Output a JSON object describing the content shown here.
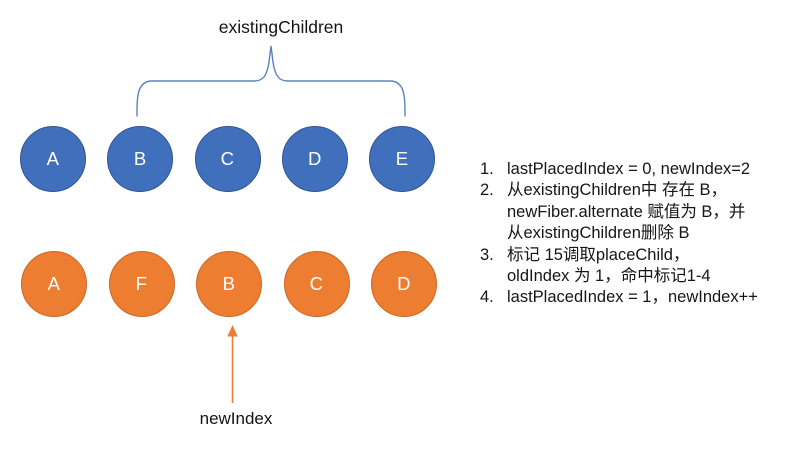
{
  "diagram": {
    "top_label": "existingChildren",
    "bottom_label": "newIndex"
  },
  "rows": {
    "existing": {
      "labels": [
        "A",
        "B",
        "C",
        "D",
        "E"
      ]
    },
    "new": {
      "labels": [
        "A",
        "F",
        "B",
        "C",
        "D"
      ]
    }
  },
  "notes": {
    "items": [
      {
        "number": "1.",
        "lines": [
          "lastPlacedIndex = 0, newIndex=2"
        ]
      },
      {
        "number": "2.",
        "lines": [
          "从existingChildren中 存在 B，",
          "newFiber.alternate 赋值为 B，并",
          "从existingChildren删除 B"
        ]
      },
      {
        "number": "3.",
        "lines": [
          "标记 15调取placeChild，",
          "oldIndex 为 1，命中标记1-4"
        ]
      },
      {
        "number": "4.",
        "lines": [
          "lastPlacedIndex = 1，newIndex++"
        ]
      }
    ]
  },
  "colors": {
    "blue_fill": "#4070BC",
    "blue_border": "#2F5597",
    "orange_fill": "#ED7D31",
    "orange_border": "#C96A26",
    "brace": "#5B82C4",
    "arrow": "#ED7D31",
    "text": "#1A1A1A"
  }
}
